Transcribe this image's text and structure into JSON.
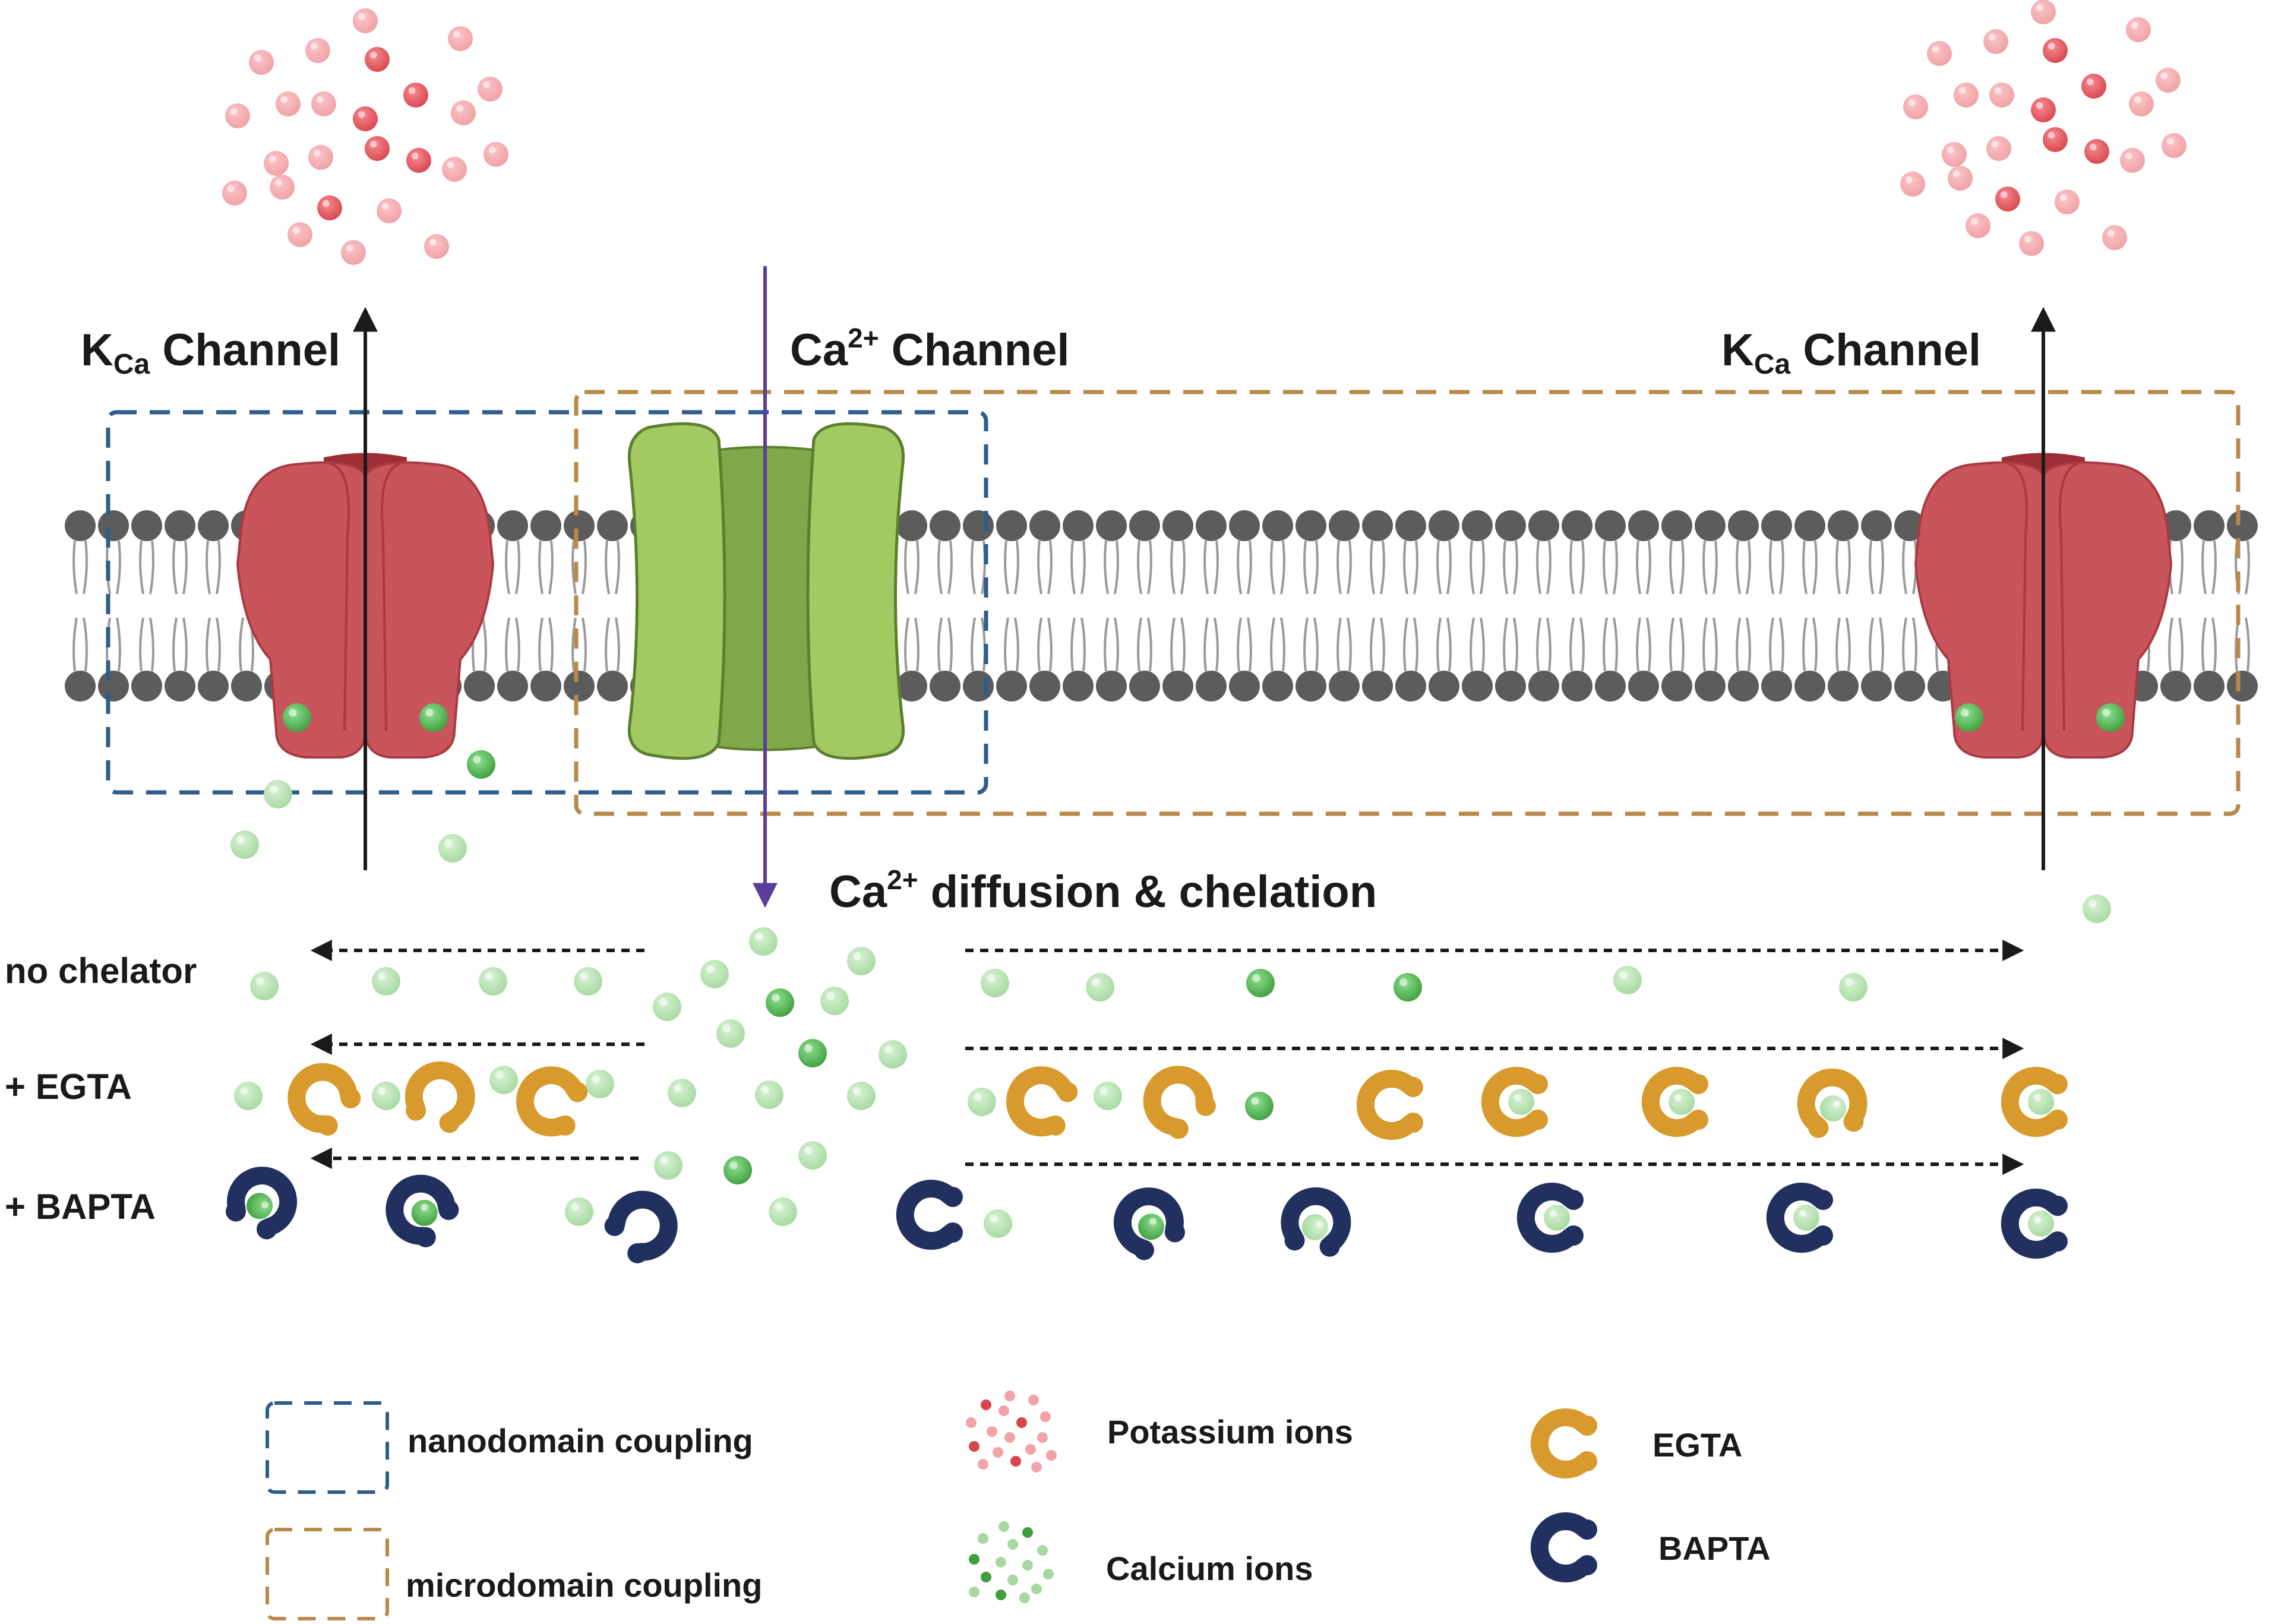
{
  "labels": {
    "kca_left": {
      "main": "K",
      "sub": "Ca",
      "tail": " Channel"
    },
    "kca_right": {
      "main": "K",
      "sub": "Ca",
      "tail": " Channel"
    },
    "ca_channel": {
      "main": "Ca",
      "sup": "2+",
      "tail": " Channel"
    },
    "diffusion": {
      "main": "Ca",
      "sup": "2+",
      "tail": " diffusion & chelation"
    }
  },
  "rows": [
    {
      "label": "no chelator"
    },
    {
      "label": "+ EGTA"
    },
    {
      "label": "+ BAPTA"
    }
  ],
  "legend": {
    "nanodomain": "nanodomain coupling",
    "microdomain": "microdomain coupling",
    "potassium": "Potassium ions",
    "calcium": "Calcium  ions",
    "egta": "EGTA",
    "bapta": "BAPTA"
  },
  "colors": {
    "kca_channel": "#c9545c",
    "kca_channel_dark": "#9c2f35",
    "ca_channel": "#a3c963",
    "ca_channel_dark": "#7ea84a",
    "potassium": "#e8646b",
    "calcium": "#5cbf5c",
    "egta": "#d89a2c",
    "bapta": "#22305f",
    "nanodomain_box": "#2e5d8c",
    "microdomain_box": "#b8894a",
    "membrane": "#5c5c5c",
    "ca_arrow": "#5a3e9c"
  }
}
